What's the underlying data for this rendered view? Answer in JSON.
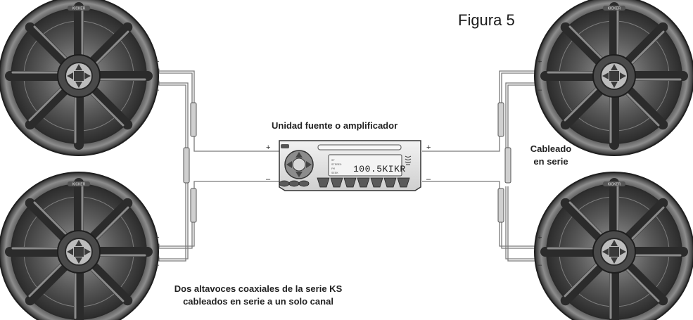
{
  "figure_label": "Figura 5",
  "source_unit_label": "Unidad fuente o amplificador",
  "series_label": [
    "Cableado",
    "en serie"
  ],
  "caption": [
    "Dos altavoces coaxiales de la serie KS",
    "cableados en serie a un solo canal"
  ],
  "radio": {
    "display": "100.5KIKR",
    "small_labels": [
      "ST",
      "STEREO",
      "FM",
      "SEEK"
    ]
  },
  "speaker_brand": "KICKER",
  "terminal": {
    "positive": "+",
    "negative": "–"
  },
  "colors": {
    "speaker_dark": "#3a3a3a",
    "speaker_mid": "#6e6e6e",
    "speaker_light": "#b4b4b4",
    "wire": "#7a7a7a",
    "radio_body": "#e8e8e8",
    "display_bg": "#f4f4f4"
  }
}
